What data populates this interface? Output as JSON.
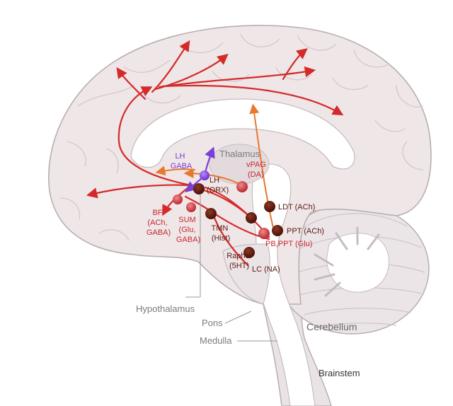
{
  "labels": {
    "lh_gaba": [
      "LH",
      "GABA"
    ],
    "thalamus": "Thalamus",
    "lh_orx": [
      "LH",
      "(ORX)"
    ],
    "vpag": [
      "vPAG",
      "(DA)"
    ],
    "bf": [
      "BF",
      "(ACh,",
      "GABA)"
    ],
    "sum": [
      "SUM",
      "(Glu,",
      "GABA)"
    ],
    "tmn": [
      "TMN",
      "(Hist)"
    ],
    "ldt": "LDT (ACh)",
    "ppt": "PPT (ACh)",
    "pb_ppt": "PB,PPT (Glu)",
    "raphe": [
      "Raphe",
      "(5HT)"
    ],
    "lc": "LC (NA)",
    "hypothalamus": "Hypothalamus",
    "pons": "Pons",
    "medulla": "Medulla",
    "cerebellum": "Cerebellum",
    "brainstem": "Brainstem"
  },
  "colors": {
    "projection_red": "#d42a2a",
    "projection_orange": "#e8782c",
    "projection_purple": "#7a3fd6",
    "nucleus_red": "#c8323a",
    "nucleus_dark": "#5a140c",
    "brain_fill": "#efe6e8",
    "brain_outline": "#b8aeb0",
    "inner_fill": "#ffffff"
  }
}
